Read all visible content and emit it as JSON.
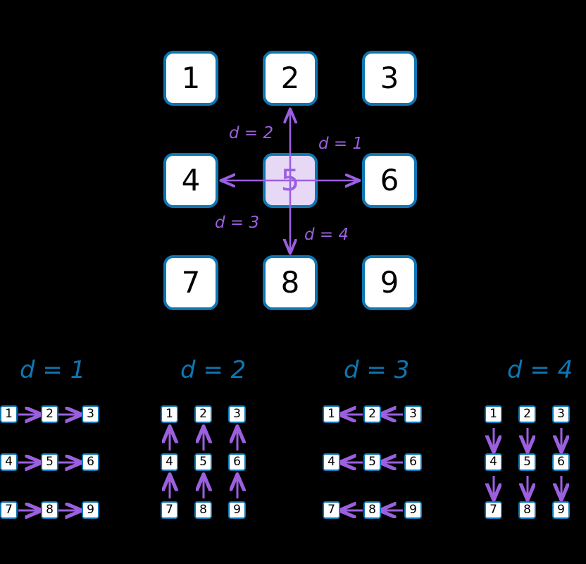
{
  "figure": {
    "background_color": "#000000",
    "cell_border_color": "#0E76B3",
    "cell_fill_color": "#FFFFFF",
    "cell_text_color": "#000000",
    "center_cell_fill": "#E7D8F6",
    "center_cell_text_color": "#9B5FE0",
    "arrow_color": "#9B5FE0",
    "heading_color": "#0E76B3"
  },
  "main_grid": {
    "rows": [
      [
        {
          "label": "1",
          "highlight": false
        },
        {
          "label": "2",
          "highlight": false
        },
        {
          "label": "3",
          "highlight": false
        }
      ],
      [
        {
          "label": "4",
          "highlight": false
        },
        {
          "label": "5",
          "highlight": true
        },
        {
          "label": "6",
          "highlight": false
        }
      ],
      [
        {
          "label": "7",
          "highlight": false
        },
        {
          "label": "8",
          "highlight": false
        },
        {
          "label": "9",
          "highlight": false
        }
      ]
    ],
    "center_label": "5",
    "arrows": [
      {
        "name": "arrow-up",
        "direction": "up",
        "from": "5",
        "to": "2",
        "label": "d = 2"
      },
      {
        "name": "arrow-right",
        "direction": "right",
        "from": "5",
        "to": "6",
        "label": "d = 1"
      },
      {
        "name": "arrow-left",
        "direction": "left",
        "from": "5",
        "to": "4",
        "label": "d = 3"
      },
      {
        "name": "arrow-down",
        "direction": "down",
        "from": "5",
        "to": "8",
        "label": "d = 4"
      }
    ],
    "labels": {
      "up": "d = 2",
      "right": "d = 1",
      "left": "d = 3",
      "down": "d = 4"
    }
  },
  "panels": [
    {
      "title": "d = 1",
      "direction": "right",
      "cells": [
        [
          "1",
          "2",
          "3"
        ],
        [
          "4",
          "5",
          "6"
        ],
        [
          "7",
          "8",
          "9"
        ]
      ],
      "edges": [
        "1->2",
        "2->3",
        "4->5",
        "5->6",
        "7->8",
        "8->9"
      ]
    },
    {
      "title": "d = 2",
      "direction": "up",
      "cells": [
        [
          "1",
          "2",
          "3"
        ],
        [
          "4",
          "5",
          "6"
        ],
        [
          "7",
          "8",
          "9"
        ]
      ],
      "edges": [
        "4->1",
        "5->2",
        "6->3",
        "7->4",
        "8->5",
        "9->6"
      ]
    },
    {
      "title": "d = 3",
      "direction": "left",
      "cells": [
        [
          "1",
          "2",
          "3"
        ],
        [
          "4",
          "5",
          "6"
        ],
        [
          "7",
          "8",
          "9"
        ]
      ],
      "edges": [
        "2->1",
        "3->2",
        "5->4",
        "6->5",
        "8->7",
        "9->8"
      ]
    },
    {
      "title": "d = 4",
      "direction": "down",
      "cells": [
        [
          "1",
          "2",
          "3"
        ],
        [
          "4",
          "5",
          "6"
        ],
        [
          "7",
          "8",
          "9"
        ]
      ],
      "edges": [
        "1->4",
        "4->7",
        "2->5",
        "5->8",
        "3->6",
        "6->9"
      ]
    }
  ]
}
